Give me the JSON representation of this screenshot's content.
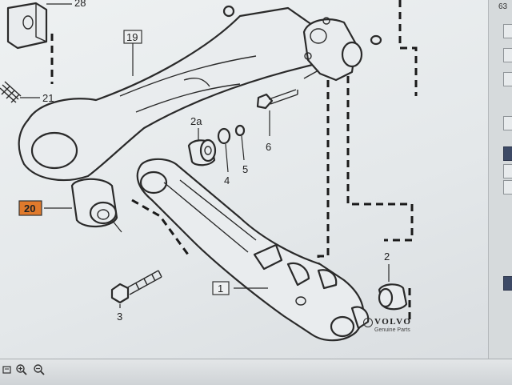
{
  "diagram": {
    "callouts": {
      "c28": "28",
      "c19": "19",
      "c21": "21",
      "c20": "20",
      "c2a": "2a",
      "c4": "4",
      "c5": "5",
      "c6": "6",
      "c1": "1",
      "c2": "2",
      "c3": "3"
    },
    "highlight_color": "#e07a2c"
  },
  "brand": {
    "name": "VOLVO",
    "subtitle": "Genuine Parts"
  },
  "side_panel": {
    "top_number": "63"
  },
  "toolbar": {
    "items": [
      "page-icon",
      "zoom-in-icon",
      "zoom-out-icon"
    ]
  }
}
